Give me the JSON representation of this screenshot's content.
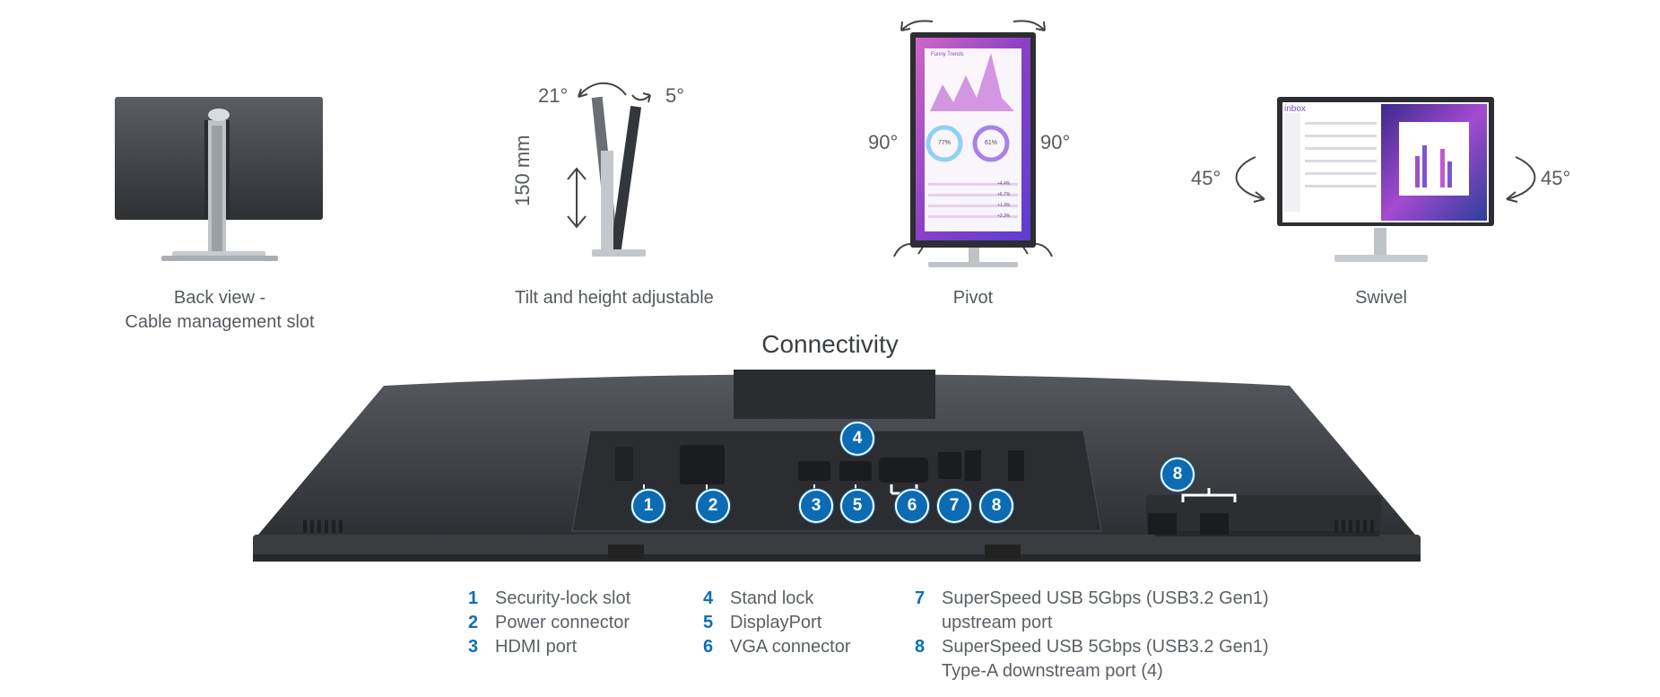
{
  "views": {
    "back": {
      "line1": "Back view -",
      "line2": "Cable management slot"
    },
    "tilt": {
      "caption": "Tilt and height adjustable",
      "tilt_back": "21°",
      "tilt_forward": "5°",
      "height": "150 mm"
    },
    "pivot": {
      "caption": "Pivot",
      "left": "90°",
      "right": "90°",
      "screen": {
        "title": "Funny Trends",
        "gauge1": "77%",
        "gauge2": "61%",
        "rows": [
          "+4.4%",
          "+6.7%",
          "+1.3%",
          "+2.3%"
        ]
      }
    },
    "swivel": {
      "caption": "Swivel",
      "left": "45°",
      "right": "45°",
      "inbox": "inbox"
    }
  },
  "connectivity": {
    "title": "Connectivity",
    "callouts": [
      "1",
      "2",
      "3",
      "4",
      "5",
      "6",
      "7",
      "8",
      "8"
    ]
  },
  "legend": {
    "col1": [
      {
        "num": "1",
        "text": "Security-lock slot"
      },
      {
        "num": "2",
        "text": "Power connector"
      },
      {
        "num": "3",
        "text": "HDMI port"
      }
    ],
    "col2": [
      {
        "num": "4",
        "text": "Stand lock"
      },
      {
        "num": "5",
        "text": "DisplayPort"
      },
      {
        "num": "6",
        "text": "VGA connector"
      }
    ],
    "col3": [
      {
        "num": "7",
        "text": "SuperSpeed USB 5Gbps (USB3.2 Gen1)",
        "text2": "upstream port"
      },
      {
        "num": "8",
        "text": "SuperSpeed USB 5Gbps (USB3.2 Gen1)",
        "text2": "Type-A downstream port (4)"
      }
    ]
  },
  "colors": {
    "accent": "#0c6cb3",
    "monitor": "#3d4045",
    "text": "#555a60"
  }
}
